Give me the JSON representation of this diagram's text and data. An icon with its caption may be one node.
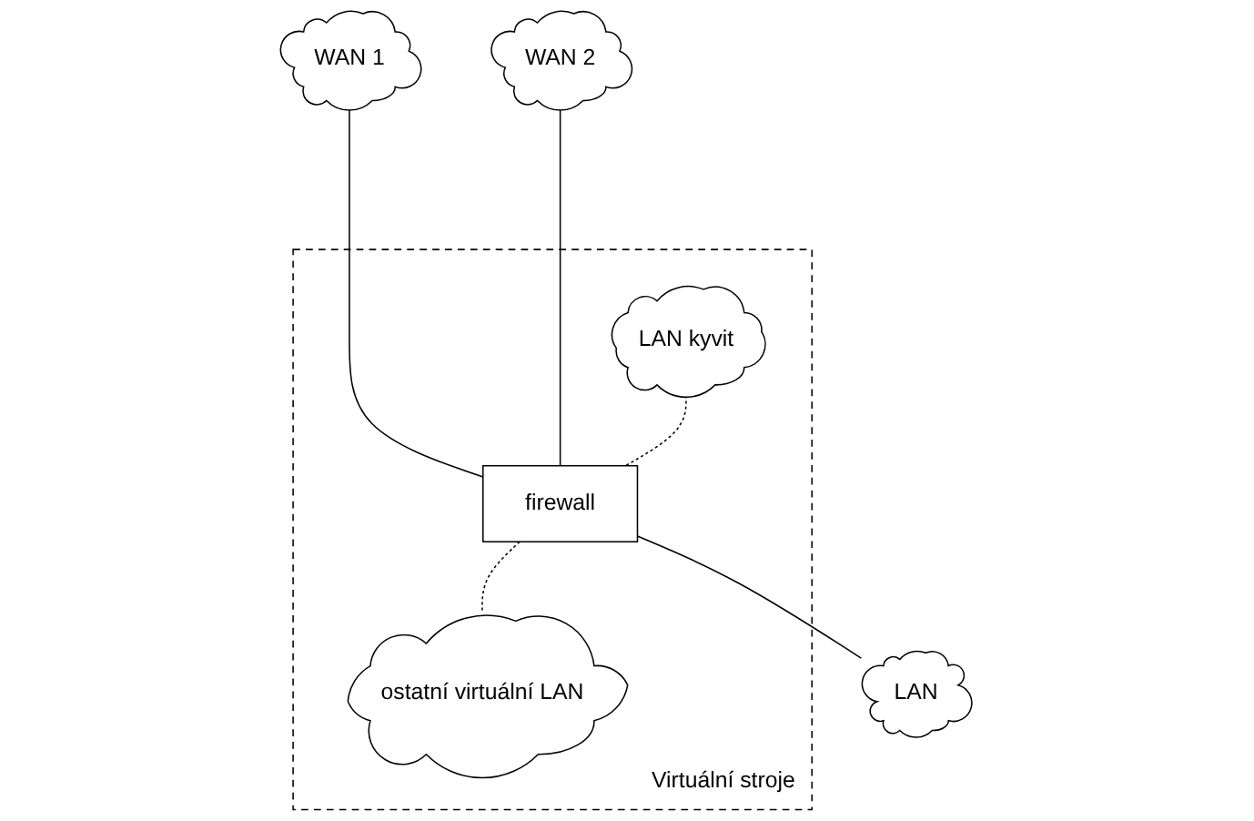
{
  "diagram": {
    "nodes": [
      {
        "text": [
          "WAN 1"
        ]
      },
      {
        "text": [
          "WAN 2"
        ]
      },
      {
        "text": [
          "Virtuální stroje"
        ]
      },
      {
        "text": [
          "LAN kyvit"
        ],
        "in": 2
      },
      {
        "text": [
          "firewall"
        ],
        "in": 2
      },
      {
        "text": [
          "ostatní virtuální LAN"
        ],
        "in": 2
      },
      {
        "text": [
          "LAN"
        ]
      }
    ],
    "edges": [
      {
        "from": 0,
        "to": 4,
        "arrow": "none"
      },
      {
        "from": 1,
        "to": 4,
        "arrow": "none"
      },
      {
        "from": 3,
        "to": 4,
        "arrow": "none",
        "style": "dashed"
      },
      {
        "from": 4,
        "to": 5,
        "arrow": "none",
        "style": "dashed"
      },
      {
        "from": 4,
        "to": 6,
        "arrow": "none"
      }
    ]
  }
}
